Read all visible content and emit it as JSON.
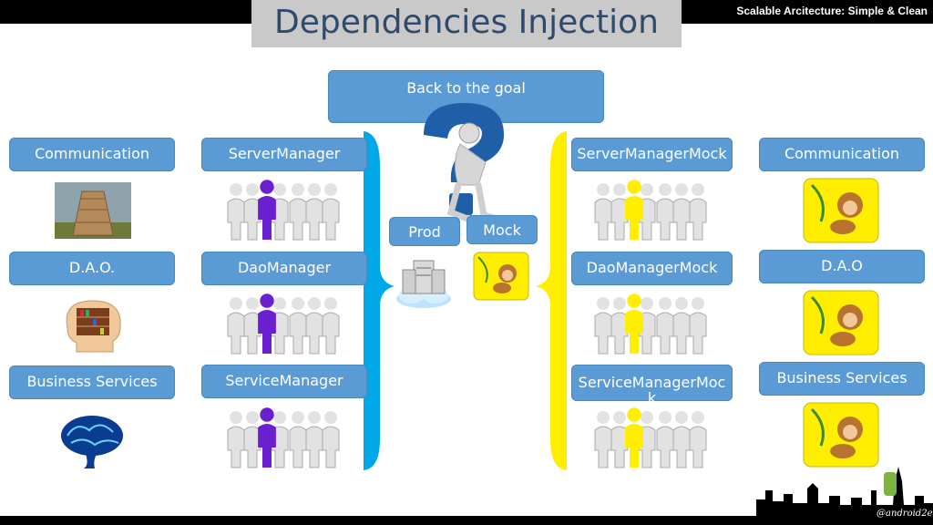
{
  "header": {
    "title": "Dependencies Injection",
    "subtitle": "Scalable Arcitecture: Simple & Clean"
  },
  "center": {
    "goal": "Back to the goal",
    "prod": "Prod",
    "mock": "Mock"
  },
  "left_outer": [
    "Communication",
    "D.A.O.",
    "Business Services"
  ],
  "left_inner": [
    "ServerManager",
    "DaoManager",
    "ServiceManager"
  ],
  "right_inner": [
    "ServerManagerMock",
    "DaoManagerMock",
    "ServiceManagerMoc",
    "k"
  ],
  "right_outer": [
    "Communication",
    "D.A.O",
    "Business Services"
  ],
  "footer": {
    "handle": "@android2ee"
  },
  "colors": {
    "box": "#5b9bd5",
    "prod_bracket": "#00a8e8",
    "mock_bracket": "#ffee00",
    "leader_prod": "#6a1fd0",
    "leader_mock": "#ffee00"
  }
}
